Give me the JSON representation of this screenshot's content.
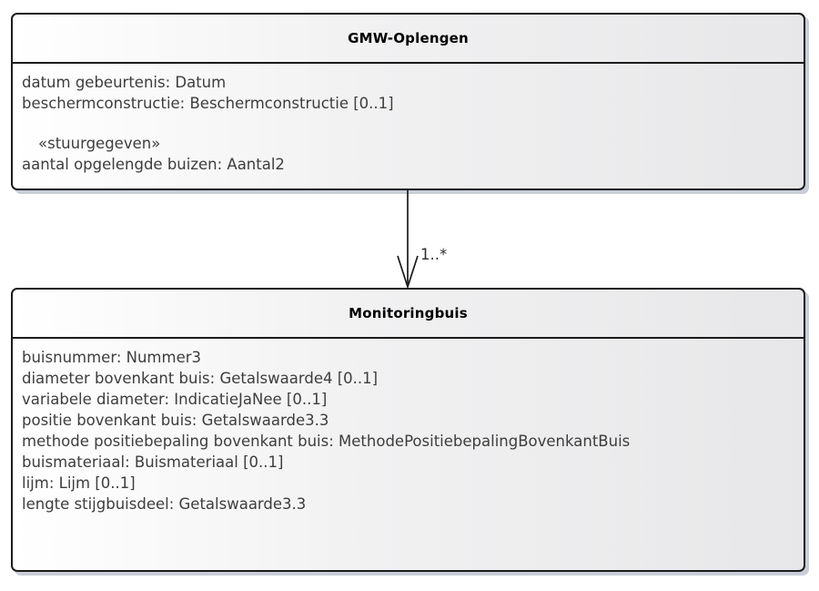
{
  "diagram": {
    "type": "uml-class-diagram",
    "classes": [
      {
        "name": "GMW-Oplengen",
        "attributes": [
          "datum gebeurtenis: Datum",
          "beschermconstructie: Beschermconstructie [0..1]"
        ],
        "stereotype": "«stuurgegeven»",
        "stereotype_attributes": [
          "aantal opgelengde buizen: Aantal2"
        ]
      },
      {
        "name": "Monitoringbuis",
        "attributes": [
          "buisnummer: Nummer3",
          "diameter bovenkant buis: Getalswaarde4 [0..1]",
          "variabele diameter: IndicatieJaNee [0..1]",
          "positie bovenkant buis: Getalswaarde3.3",
          "methode positiebepaling bovenkant buis: MethodePositiebepalingBovenkantBuis",
          "buismateriaal: Buismateriaal [0..1]",
          "lijm: Lijm [0..1]",
          "lengte stijgbuisdeel: Getalswaarde3.3"
        ]
      }
    ],
    "association": {
      "from": "GMW-Oplengen",
      "to": "Monitoringbuis",
      "multiplicity": "1..*",
      "arrow_style": "open-arrowhead-down"
    },
    "colors": {
      "box_fill_left": "#ffffff",
      "box_fill_right": "#e7e7e9",
      "border": "#1b1b1b",
      "shadow": "#c9cdd8",
      "attribute_text": "#3d3d3d",
      "title_text": "#000000",
      "background": "#ffffff"
    }
  }
}
